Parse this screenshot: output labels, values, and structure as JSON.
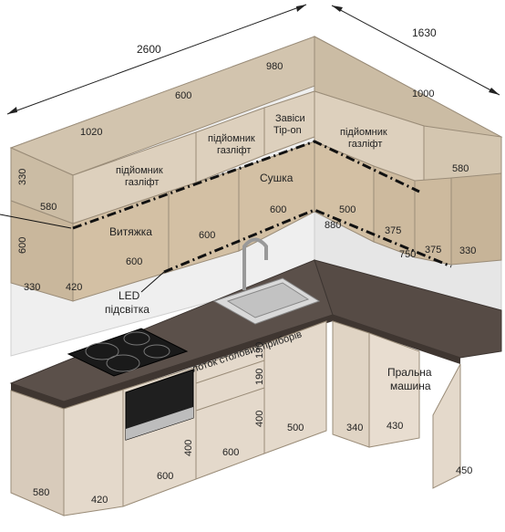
{
  "overall": {
    "width": "2600",
    "depth": "1630"
  },
  "upper_widths": {
    "a": "1020",
    "b": "600",
    "c": "980",
    "d": "1000"
  },
  "upper_labels": {
    "lift1_line1": "підйомник",
    "lift1_line2": "газліфт",
    "lift2_line1": "підйомник",
    "lift2_line2": "газліфт",
    "lift3_line1": "підйомник",
    "lift3_line2": "газліфт",
    "hinges_line1": "Завіси",
    "hinges_line2": "Tip-on",
    "dryer": "Сушка",
    "hood": "Витяжка"
  },
  "upper_dims": {
    "h330": "330",
    "w580_left": "580",
    "h600_left": "600",
    "w420": "420",
    "w330_low": "330",
    "w600_hood": "600",
    "w600_mid": "600",
    "w600_right": "600",
    "w500": "500",
    "w880": "880",
    "w375_a": "375",
    "w375_b": "375",
    "w750": "750",
    "h580_right": "580",
    "w330_right": "330"
  },
  "led": {
    "line1": "LED",
    "line2": "підсвітка"
  },
  "lower_labels": {
    "cutlery": "лоток столових приборів",
    "washer_line1": "Пральна",
    "washer_line2": "машина"
  },
  "lower_dims": {
    "d190_a": "190",
    "d190_b": "190",
    "d400_a": "400",
    "d400_b": "400",
    "d500": "500",
    "d340": "340",
    "d430": "430",
    "d600_a": "600",
    "d600_b": "600",
    "d580": "580",
    "d420": "420",
    "d450": "450"
  },
  "colors": {
    "wood": "#d6c7b2",
    "wood_dark": "#c4b39b",
    "cream": "#e8ddd0",
    "counter": "#5a4f49",
    "wall": "#eeeeee"
  }
}
